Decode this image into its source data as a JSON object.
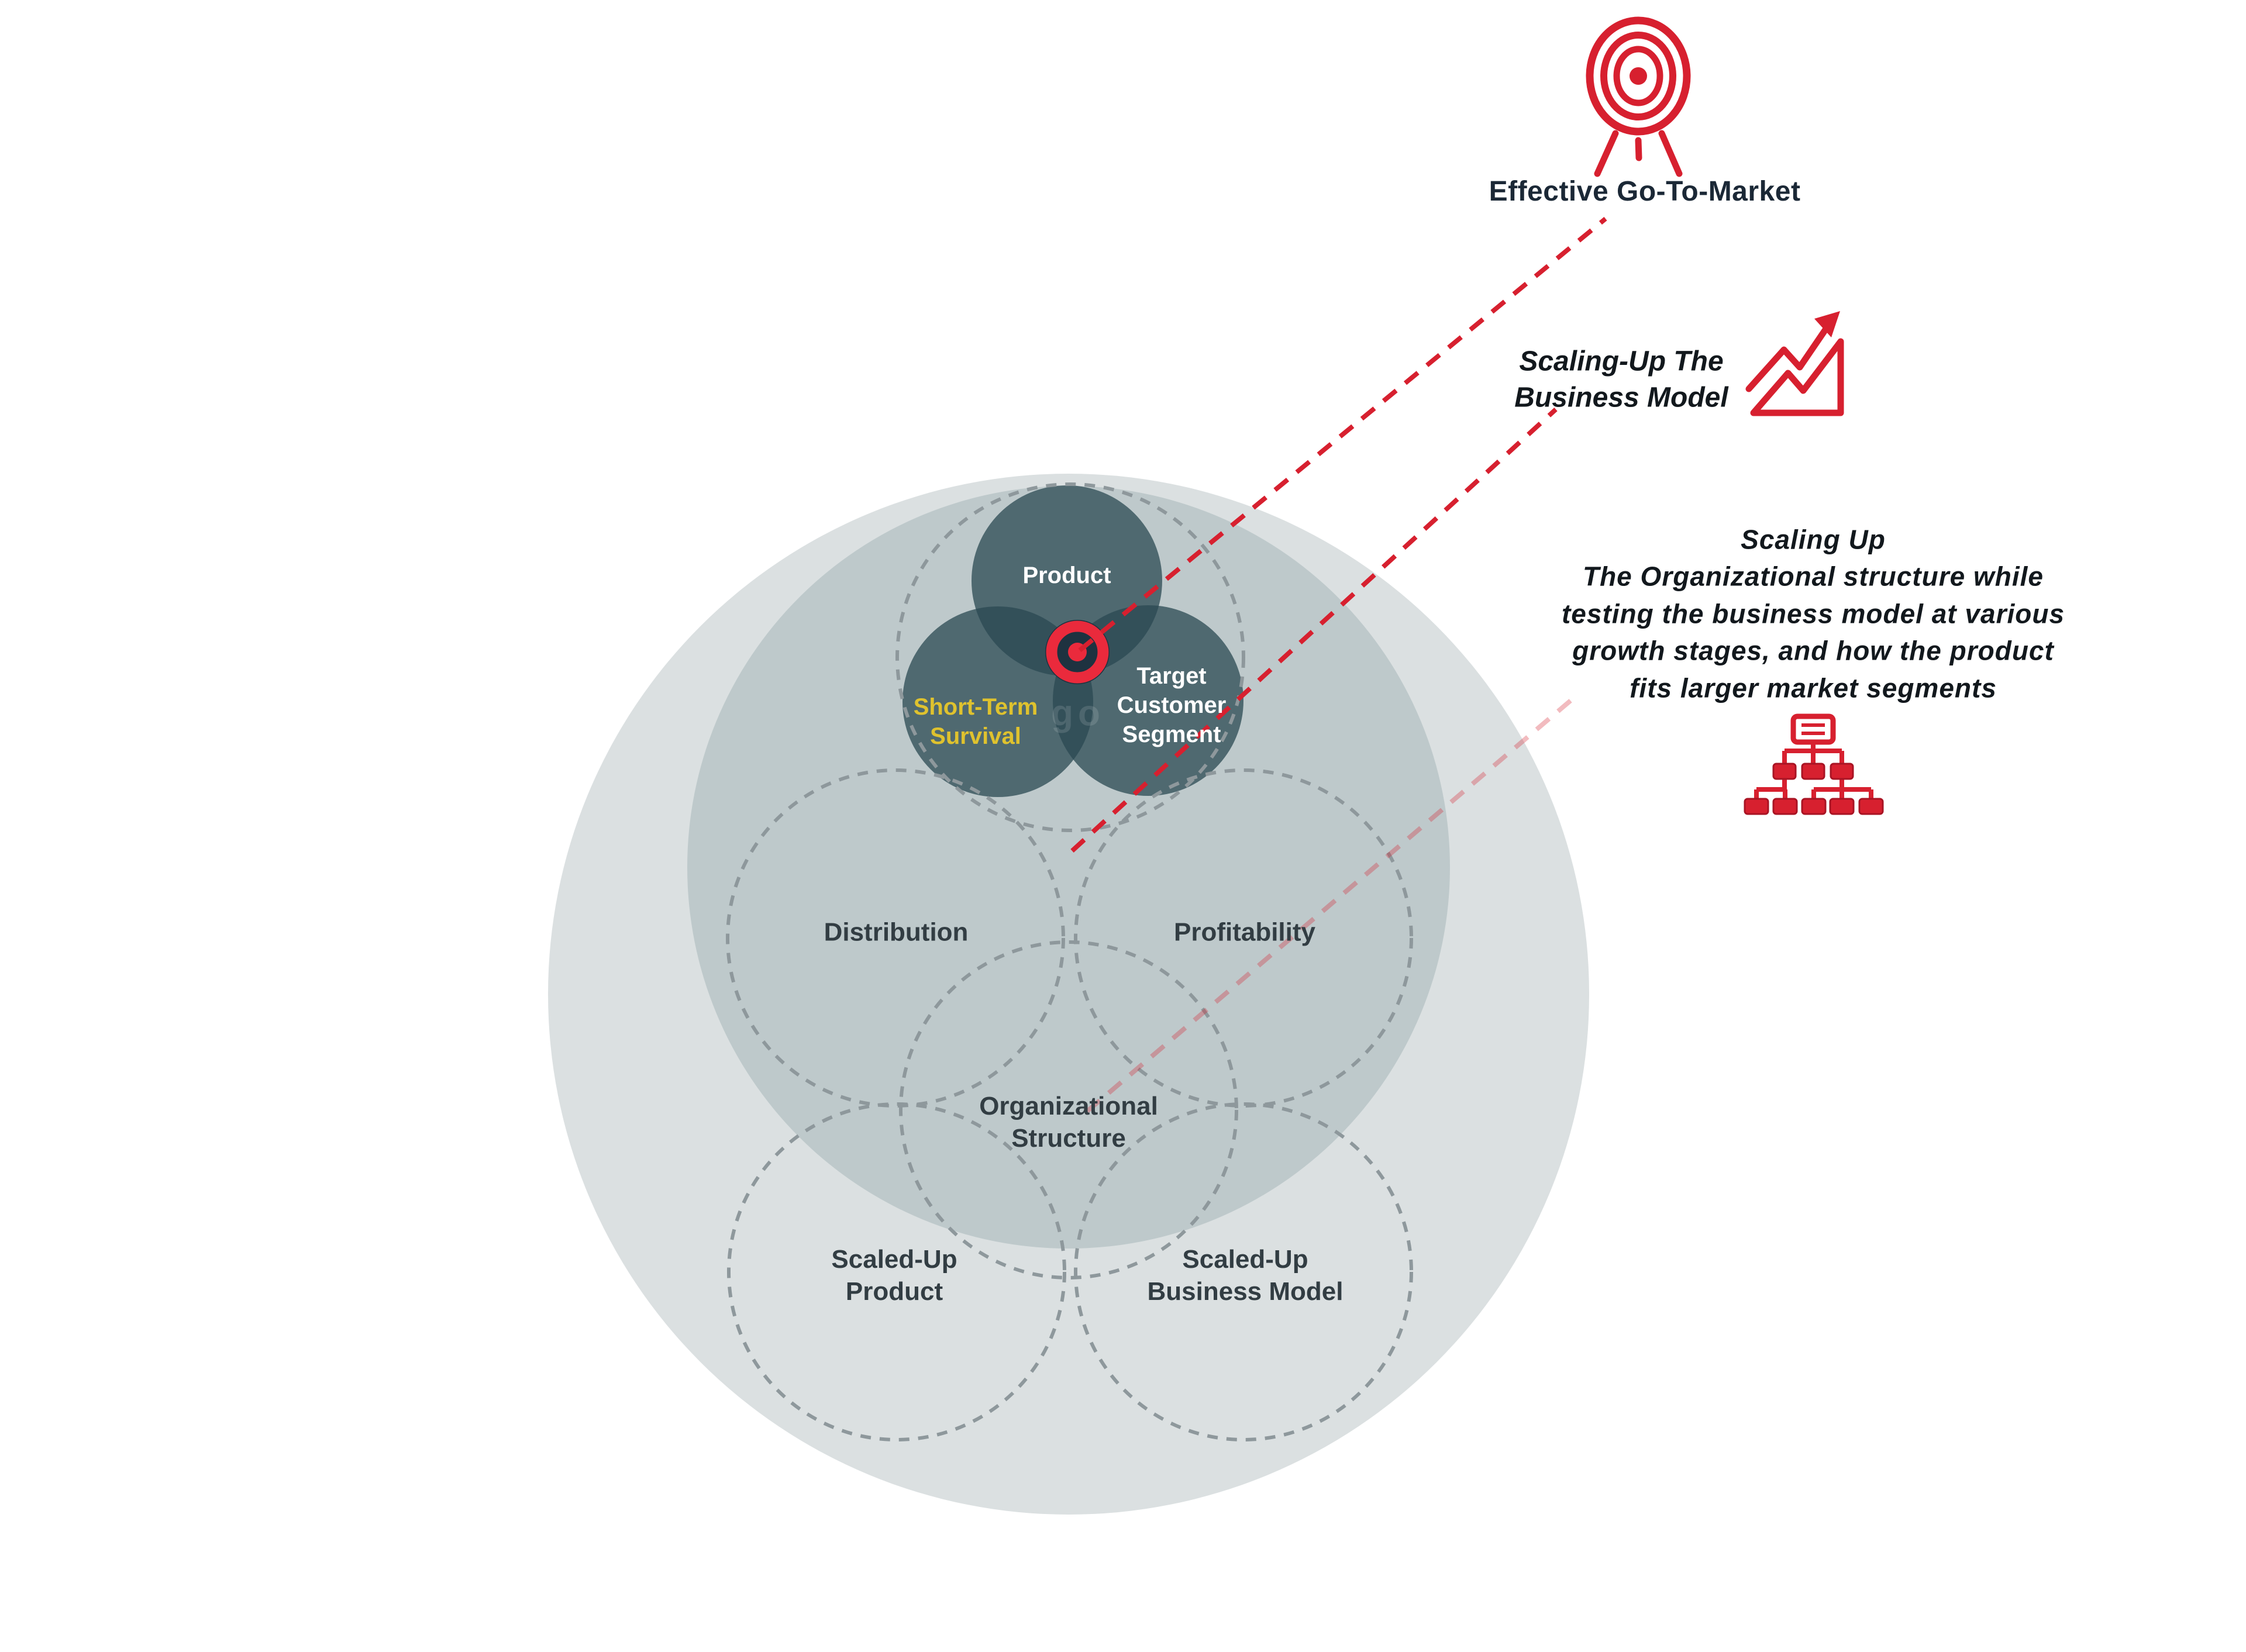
{
  "venn": {
    "labels": {
      "product": "Product",
      "short_term_survival": "Short-Term\nSurvival",
      "target_customer_segment": "Target\nCustomer\nSegment",
      "distribution": "Distribution",
      "profitability": "Profitability",
      "organizational_structure": "Organizational\nStructure",
      "scaled_up_product": "Scaled-Up\nProduct",
      "scaled_up_business_model": "Scaled-Up\nBusiness Model"
    },
    "watermark": "go"
  },
  "annotations": {
    "go_to_market": {
      "label": "Effective Go-To-Market",
      "icon": "target-icon"
    },
    "scaling_business_model": {
      "label": "Scaling-Up The\nBusiness Model",
      "icon": "growth-chart-icon"
    },
    "scaling_org": {
      "label": "Scaling Up\nThe Organizational structure while\ntesting the business model at various\ngrowth stages, and how the product\nfits larger market segments",
      "icon": "org-chart-icon"
    }
  },
  "colors": {
    "accent_red": "#d7202f",
    "bullseye_red": "#ea2a3c",
    "dark_circle_fill": "#2a4852",
    "inner_circle_bg": "#bec9cb",
    "outer_circle_bg": "#dbe0e1",
    "dashed_circle_stroke": "#8e989c",
    "yellow_label": "#dfc22e",
    "heading_text": "#1b2836"
  }
}
